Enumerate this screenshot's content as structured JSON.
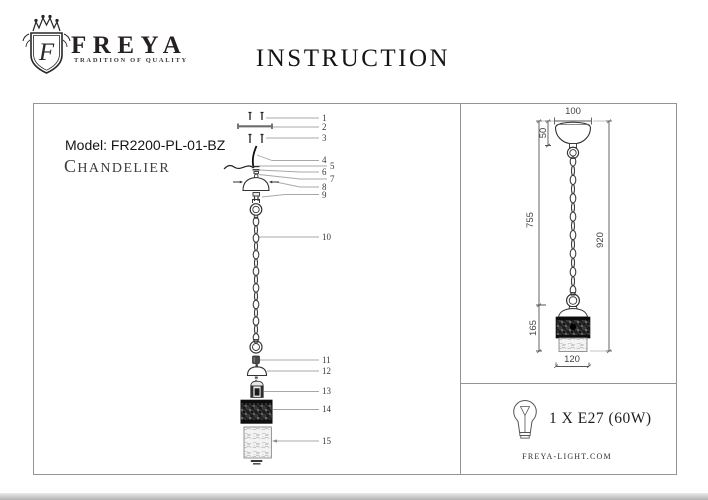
{
  "brand": {
    "name": "FREYA",
    "tagline": "TRADITION OF QUALITY",
    "monogram": "F"
  },
  "title": "INSTRUCTION",
  "product": {
    "model": "Model: FR2200-PL-01-BZ",
    "type": "CHANDELIER"
  },
  "parts": {
    "numbers": [
      "1",
      "2",
      "3",
      "4",
      "5",
      "6",
      "7",
      "8",
      "9",
      "10",
      "11",
      "12",
      "13",
      "14",
      "15"
    ]
  },
  "dimensions": {
    "canopy_width": "100",
    "canopy_height": "50",
    "chain_drop": "755",
    "total_height": "920",
    "lamp_height": "165",
    "shade_width": "120"
  },
  "lamp": {
    "bulb_spec": "1 X E27 (60W)"
  },
  "footer": {
    "website": "FREYA-LIGHT.COM"
  }
}
